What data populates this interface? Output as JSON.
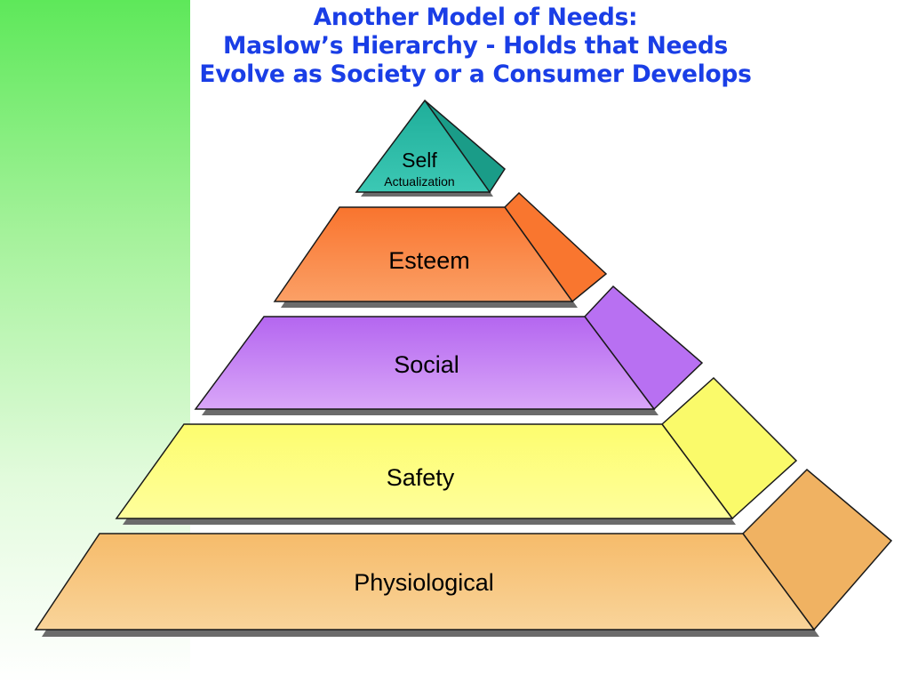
{
  "title": {
    "line1": "Another Model of Needs:",
    "line2": "Maslow’s Hierarchy - Holds that Needs",
    "line3": "Evolve as Society or a Consumer Develops"
  },
  "colors": {
    "title": "#1a3ee6",
    "outline": "#1a1a1a",
    "shadow": "#6b6b6b"
  },
  "levels": {
    "self": {
      "label": "Self",
      "sublabel": "Actualization",
      "color": "#22b8a4"
    },
    "esteem": {
      "label": "Esteem",
      "color": "#fa7f3c"
    },
    "social": {
      "label": "Social",
      "color": "#c07cf4"
    },
    "safety": {
      "label": "Safety",
      "color": "#fdfd7c"
    },
    "physiological": {
      "label": "Physiological",
      "color": "#f7c47c"
    }
  }
}
